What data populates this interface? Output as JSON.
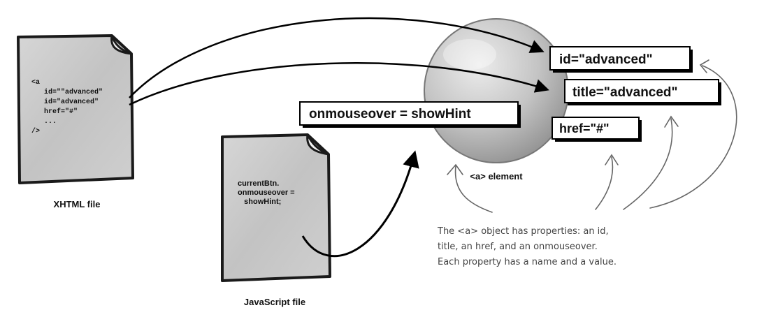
{
  "xhtml_file": {
    "caption": "XHTML file",
    "code_lines": [
      "<a",
      "   id=\"\"advanced\"",
      "   id=\"advanced\"",
      "   href=\"#\"",
      "   ...",
      "/>"
    ]
  },
  "js_file": {
    "caption": "JavaScript file",
    "code_lines": [
      "currentBtn.",
      "onmouseover =",
      "   showHint;"
    ]
  },
  "element": {
    "caption": "<a> element"
  },
  "properties": {
    "id": "id=\"advanced\"",
    "title": "title=\"advanced\"",
    "href": "href=\"#\"",
    "onmouseover": "onmouseover = showHint"
  },
  "note": {
    "lines": [
      "The <a> object has properties: an id,",
      "title, an href, and an onmouseover.",
      "Each property has a name and a value."
    ]
  }
}
